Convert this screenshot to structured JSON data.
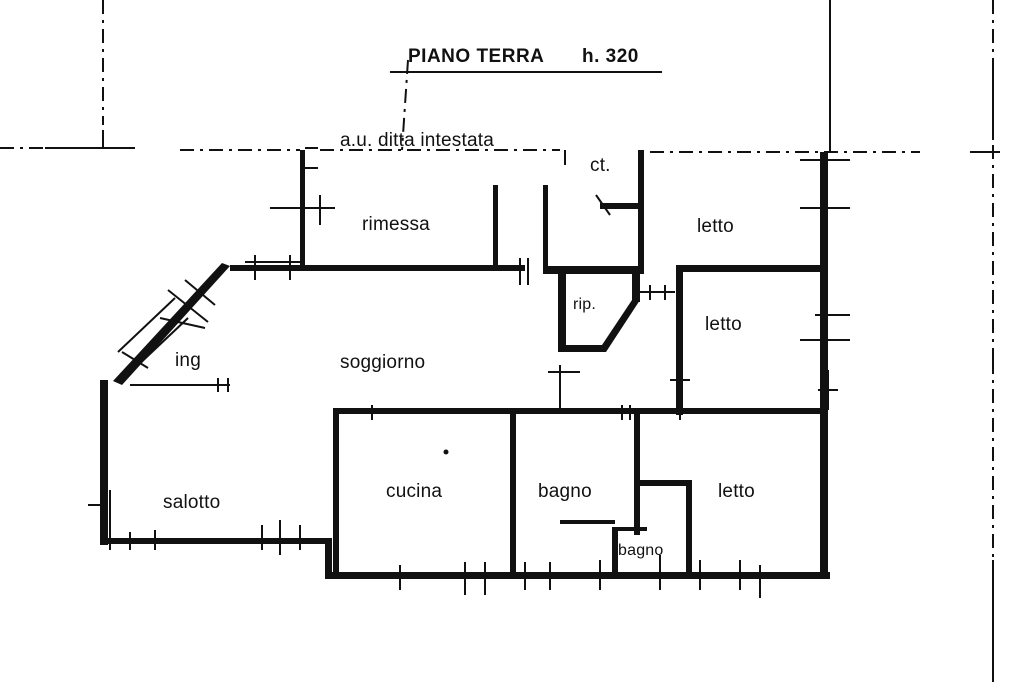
{
  "title": {
    "floor": "PIANO TERRA",
    "height": "h. 320"
  },
  "annotations": {
    "neighbor": "a.u. ditta intestata",
    "ct": "ct."
  },
  "rooms": {
    "rimessa": "rimessa",
    "letto_top": "letto",
    "rip": "rip.",
    "letto_mid": "letto",
    "ingresso": "ing",
    "soggiorno": "soggiorno",
    "cucina": "cucina",
    "bagno_large": "bagno",
    "letto_bottom": "letto",
    "salotto": "salotto",
    "bagno_small": "bagno"
  },
  "colors": {
    "ink": "#111111",
    "paper": "#ffffff"
  }
}
